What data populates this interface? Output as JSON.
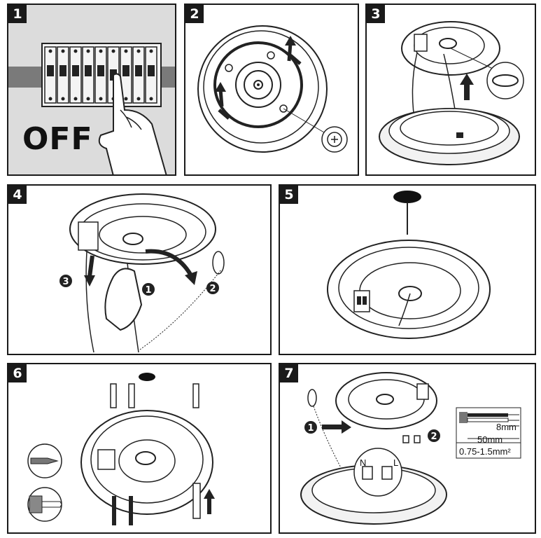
{
  "panels": [
    {
      "number": "1",
      "text": "OFF"
    },
    {
      "number": "2"
    },
    {
      "number": "3"
    },
    {
      "number": "4",
      "callouts": [
        "1",
        "2",
        "3"
      ]
    },
    {
      "number": "5"
    },
    {
      "number": "6"
    },
    {
      "number": "7",
      "callouts": [
        "1",
        "2"
      ],
      "terminals": [
        "N",
        "L"
      ],
      "wire_spec": {
        "strip": "8mm",
        "sheath": "50mm",
        "cross_section": "0.75-1.5mm²"
      }
    }
  ]
}
